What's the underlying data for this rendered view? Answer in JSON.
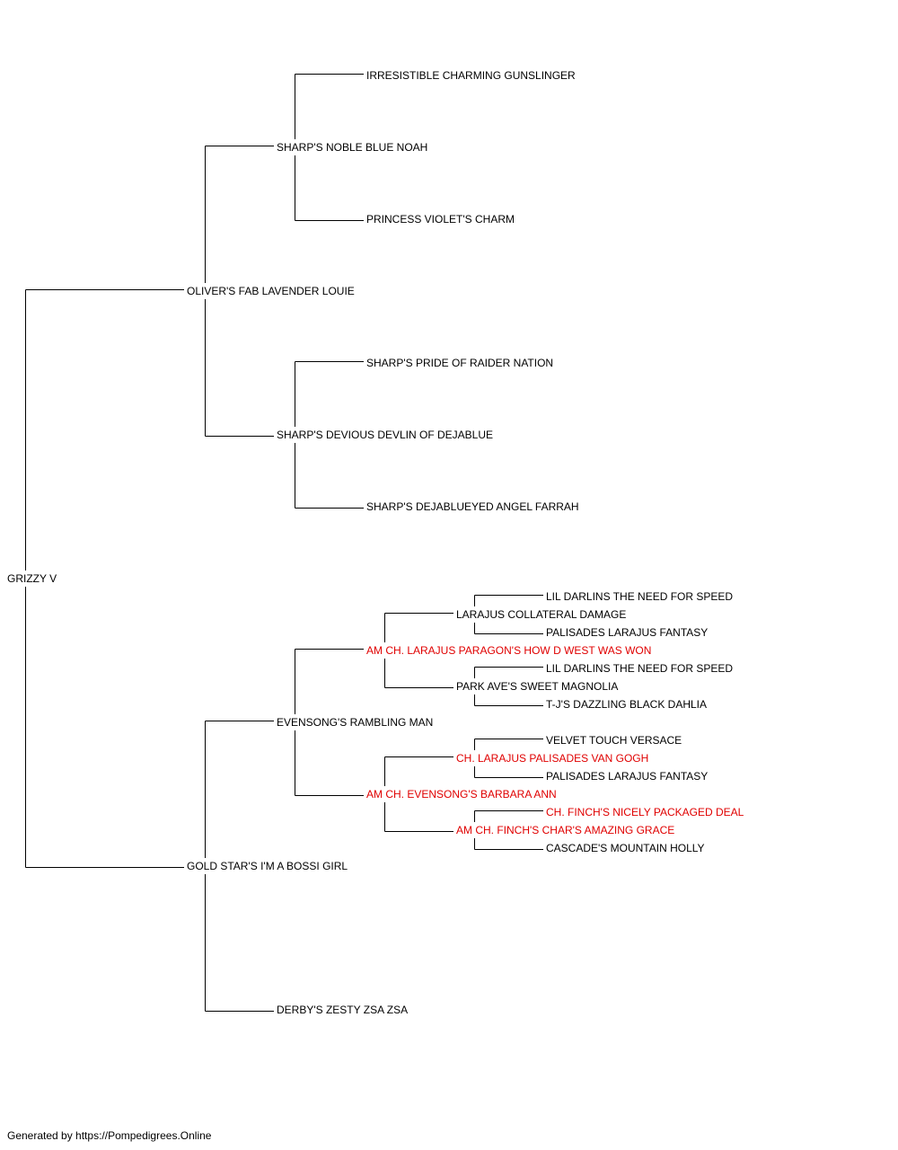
{
  "pedigree": {
    "subject": "GRIZZY V",
    "sire": "OLIVER'S FAB LAVENDER LOUIE",
    "sire_sire": "SHARP'S NOBLE BLUE NOAH",
    "sire_sire_sire": "IRRESISTIBLE CHARMING GUNSLINGER",
    "sire_sire_dam": "PRINCESS VIOLET'S CHARM",
    "sire_dam": "SHARP'S DEVIOUS DEVLIN OF DEJABLUE",
    "sire_dam_sire": "SHARP'S PRIDE OF RAIDER NATION",
    "sire_dam_dam": "SHARP'S DEJABLUEYED ANGEL FARRAH",
    "dam": "GOLD STAR'S I'M A BOSSI GIRL",
    "dam_sire": "EVENSONG'S RAMBLING MAN",
    "dam_sire_sire": "AM CH. LARAJUS PARAGON'S HOW D WEST WAS WON",
    "dam_sire_sire_sire": "LARAJUS COLLATERAL DAMAGE",
    "dam_sire_sire_sire_sire": "LIL DARLINS THE NEED FOR SPEED",
    "dam_sire_sire_sire_dam": "PALISADES LARAJUS FANTASY",
    "dam_sire_sire_dam": "PARK AVE'S SWEET MAGNOLIA",
    "dam_sire_sire_dam_sire": "LIL DARLINS THE NEED FOR SPEED",
    "dam_sire_sire_dam_dam": "T-J'S DAZZLING BLACK DAHLIA",
    "dam_sire_dam": "AM CH. EVENSONG'S BARBARA ANN",
    "dam_sire_dam_sire": "CH. LARAJUS PALISADES VAN GOGH",
    "dam_sire_dam_sire_sire": "VELVET TOUCH VERSACE",
    "dam_sire_dam_sire_dam": "PALISADES LARAJUS FANTASY",
    "dam_sire_dam_dam": "AM CH. FINCH'S CHAR'S AMAZING GRACE",
    "dam_sire_dam_dam_sire": "CH. FINCH'S NICELY PACKAGED DEAL",
    "dam_sire_dam_dam_dam": "CASCADE'S MOUNTAIN HOLLY",
    "dam_dam": "DERBY'S ZESTY ZSA ZSA"
  },
  "footer": "Generated by https://Pompedigrees.Online",
  "colors": {
    "line": "#000000",
    "text": "#000000",
    "champion": "#e00000"
  }
}
